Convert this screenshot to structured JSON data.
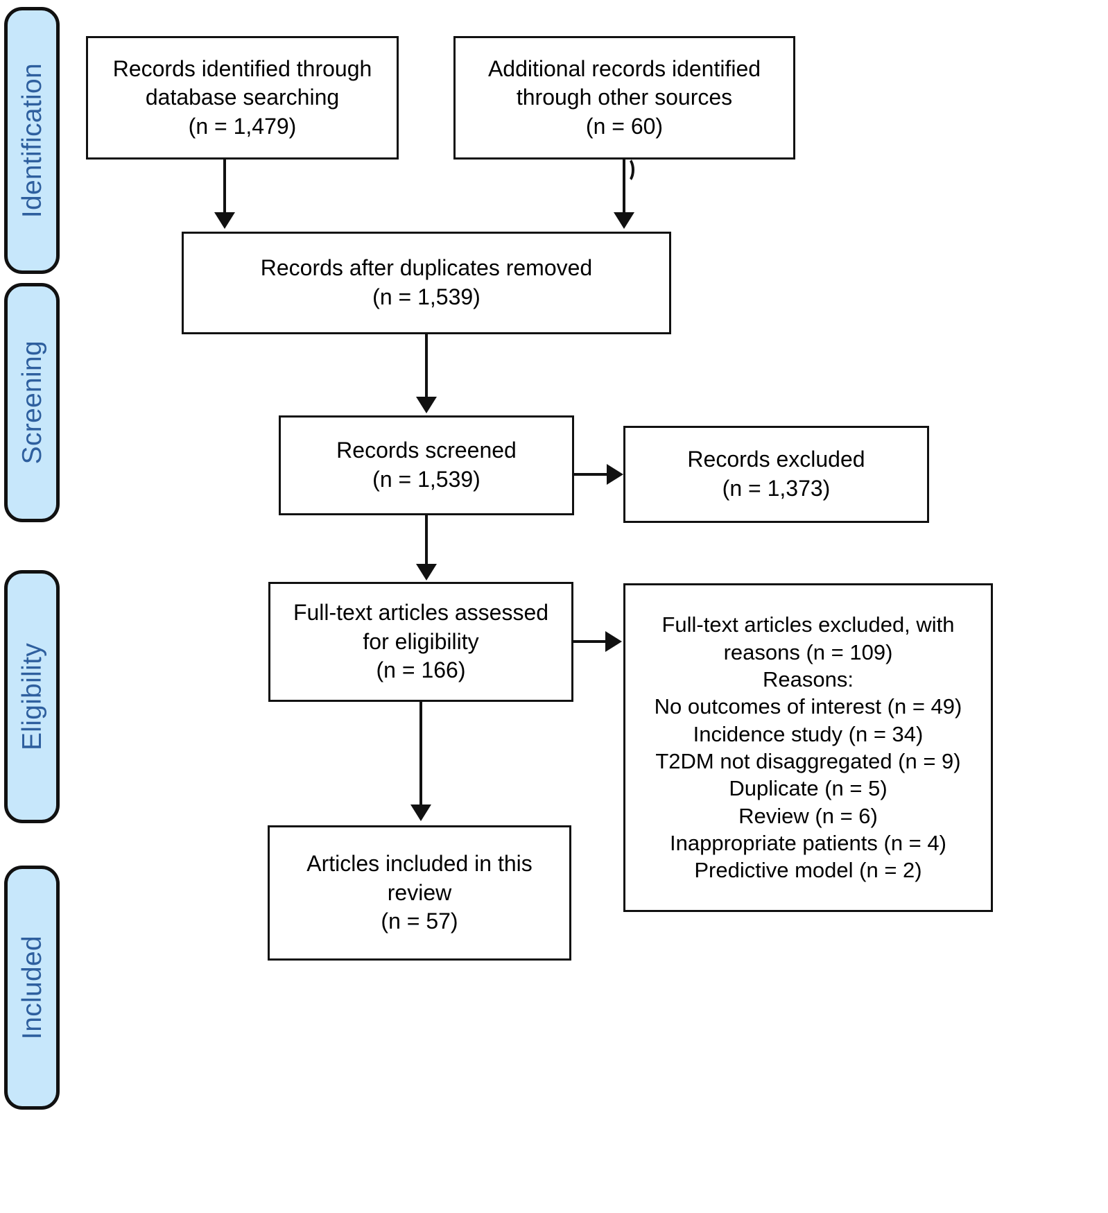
{
  "stages": [
    {
      "key": "identification",
      "label": "Identification"
    },
    {
      "key": "screening",
      "label": "Screening"
    },
    {
      "key": "eligibility",
      "label": "Eligibility"
    },
    {
      "key": "included",
      "label": "Included"
    }
  ],
  "boxes": {
    "db_search": {
      "title": "Records identified through database searching",
      "count_label": "(n = 1,479)",
      "n": 1479,
      "text": "Records identified through\ndatabase searching\n(n = 1,479)"
    },
    "other_sources": {
      "title": "Additional records identified through other sources",
      "count_label": "(n = 60)",
      "n": 60,
      "text": "Additional records identified\nthrough other sources\n(n = 60)"
    },
    "after_duplicates": {
      "title": "Records after duplicates removed",
      "count_label": "(n = 1,539)",
      "n": 1539,
      "text": "Records after duplicates removed\n(n = 1,539)"
    },
    "screened": {
      "title": "Records screened",
      "count_label": "(n = 1,539)",
      "n": 1539,
      "text": "Records screened\n(n = 1,539)"
    },
    "records_excluded": {
      "title": "Records excluded",
      "count_label": "(n = 1,373)",
      "n": 1373,
      "text": "Records excluded\n(n = 1,373)"
    },
    "fulltext_assessed": {
      "title": "Full-text articles assessed for eligibility",
      "count_label": "(n = 166)",
      "n": 166,
      "text": "Full-text articles assessed\nfor eligibility\n(n = 166)"
    },
    "fulltext_excluded": {
      "title": "Full-text articles excluded, with reasons",
      "count_label": "(n = 109)",
      "n": 109,
      "reasons_heading": "Reasons:",
      "reasons": [
        {
          "label": "No outcomes of interest",
          "count_label": "(n = 49)",
          "n": 49
        },
        {
          "label": "Incidence study",
          "count_label": "(n = 34)",
          "n": 34
        },
        {
          "label": "T2DM not disaggregated",
          "count_label": "(n = 9)",
          "n": 9
        },
        {
          "label": "Duplicate",
          "count_label": "(n = 5)",
          "n": 5
        },
        {
          "label": "Review",
          "count_label": "(n = 6)",
          "n": 6
        },
        {
          "label": "Inappropriate patients",
          "count_label": "(n = 4)",
          "n": 4
        },
        {
          "label": "Predictive model",
          "count_label": "(n = 2)",
          "n": 2
        }
      ],
      "text": "Full-text articles excluded, with\nreasons (n = 109)\nReasons:\nNo outcomes of interest (n = 49)\nIncidence study (n = 34)\nT2DM not disaggregated (n = 9)\nDuplicate (n = 5)\nReview (n = 6)\nInappropriate patients (n = 4)\nPredictive model (n = 2)"
    },
    "included_articles": {
      "title": "Articles included in this review",
      "count_label": "(n = 57)",
      "n": 57,
      "text": "Articles included in this\nreview\n(n = 57)"
    }
  },
  "colors": {
    "stage_fill": "#c7e7fb",
    "stage_text": "#2e5f9e",
    "box_border": "#111111",
    "box_fill": "#ffffff",
    "box_text": "#000000",
    "connector": "#111111"
  }
}
